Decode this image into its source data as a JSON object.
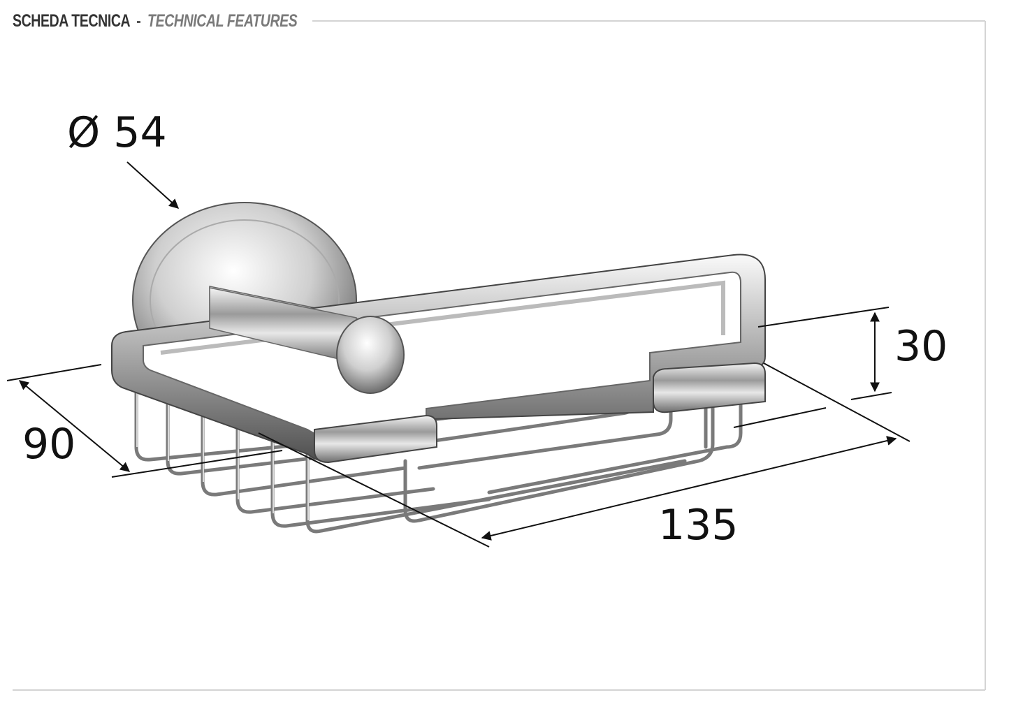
{
  "header": {
    "title_it": "SCHEDA TECNICA",
    "separator": "-",
    "title_en": "TECHNICAL FEATURES",
    "title_it_color": "#333333",
    "title_en_color": "#7a7a7a"
  },
  "drawing": {
    "product": "wall-mounted wire soap basket with round wall plate",
    "units": "mm",
    "dimensions": {
      "plate_diameter": {
        "symbol": "Ø",
        "value": "54",
        "label": "Ø 54"
      },
      "height": {
        "value": "30",
        "label": "30"
      },
      "depth": {
        "value": "90",
        "label": "90"
      },
      "width": {
        "value": "135",
        "label": "135"
      }
    }
  },
  "colors": {
    "frame": "#d4d4d4",
    "dimension_lines": "#111111",
    "chrome_dark": "#6b6b6b",
    "chrome_light": "#e9e9e9"
  }
}
